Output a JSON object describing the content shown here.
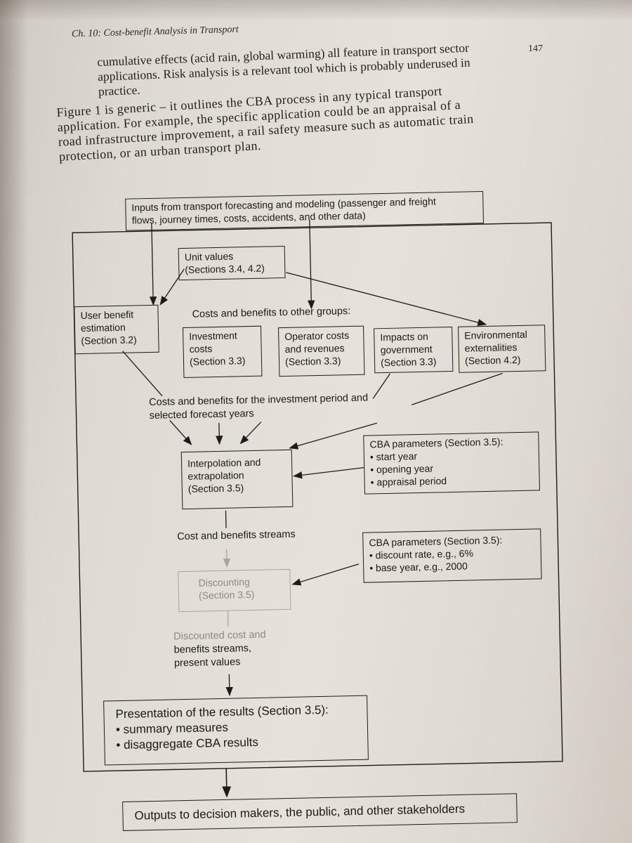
{
  "header": {
    "running_head": "Ch. 10: Cost-benefit Analysis in Transport",
    "page_number": "147"
  },
  "paragraphs": {
    "p1": [
      "cumulative effects (acid rain, global warming) all feature in transport sector",
      "applications. Risk analysis is a relevant tool which is probably underused in",
      "practice."
    ],
    "p2": [
      "Figure 1 is generic – it outlines the CBA process in any typical transport",
      "application. For example, the specific application could be an appraisal of a",
      "road infrastructure improvement, a rail safety measure such as automatic train",
      "protection, or an urban transport plan."
    ]
  },
  "diagram": {
    "inputs": [
      "Inputs from transport forecasting and modeling (passenger and freight",
      "flows, journey times, costs, accidents, and other data)"
    ],
    "unit_values": [
      "Unit values",
      "(Sections 3.4, 4.2)"
    ],
    "user_benefit": [
      "User benefit",
      "estimation",
      "(Section 3.2)"
    ],
    "costs_other_groups": "Costs and benefits to other groups:",
    "investment": [
      "Investment",
      "costs",
      "(Section 3.3)"
    ],
    "operator": [
      "Operator costs",
      "and revenues",
      "(Section 3.3)"
    ],
    "government": [
      "Impacts on",
      "government",
      "(Section 3.3)"
    ],
    "environmental": [
      "Environmental",
      "externalities",
      "(Section 4.2)"
    ],
    "costs_investment_period": [
      "Costs and benefits for the investment period and",
      "selected forecast years"
    ],
    "interpolation": [
      "Interpolation and",
      "extrapolation",
      "(Section 3.5)"
    ],
    "cba_params_1": [
      "CBA parameters (Section 3.5):",
      "• start year",
      "• opening year",
      "• appraisal period"
    ],
    "cost_benefit_streams": "Cost and benefits streams",
    "cba_params_2": [
      "CBA parameters (Section 3.5):",
      "• discount rate, e.g., 6%",
      "• base year, e.g., 2000"
    ],
    "discounting": [
      "Discounting",
      "(Section 3.5)"
    ],
    "discounted": [
      "Discounted cost and",
      "benefits streams,",
      "present values"
    ],
    "presentation": [
      "Presentation of the results (Section 3.5):",
      "• summary measures",
      "• disaggregate CBA results"
    ],
    "outputs": "Outputs to decision makers, the public, and other stakeholders"
  }
}
